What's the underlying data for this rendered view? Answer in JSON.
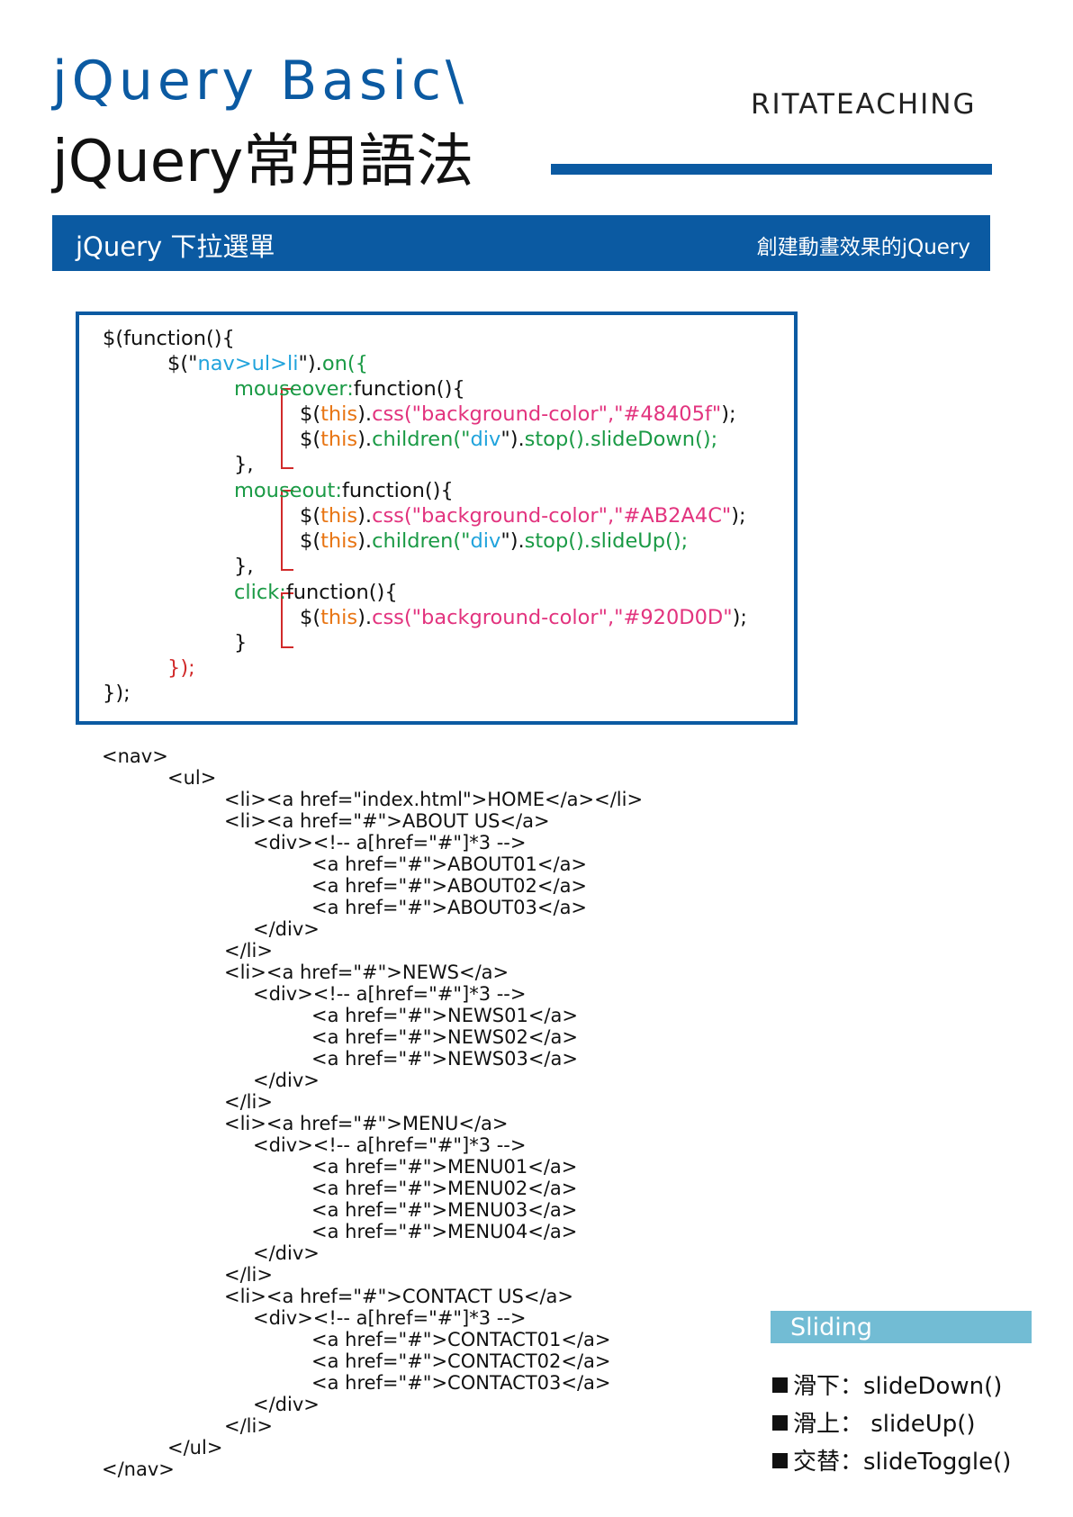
{
  "header": {
    "title_en": "jQuery Basic\\",
    "title_zh": "jQuery常用語法",
    "brand": "RITATEACHING"
  },
  "banner": {
    "left": "jQuery  下拉選單",
    "right": "創建動畫效果的jQuery"
  },
  "colors": {
    "brand_blue": "#0b5aa2",
    "code_green": "#1a9a45",
    "code_light_blue": "#20a3dc",
    "code_orange": "#e87513",
    "code_pink": "#e2337e",
    "bracket_red": "#d12a2a",
    "sidebar_header": "#72bcd4"
  },
  "js_code": {
    "l1": "$(function(){",
    "l2": {
      "a": "$(\"",
      "b": "nav>ul>li",
      "c": "\").",
      "d": "on({"
    },
    "l3": {
      "a": "mouseover:",
      "b": "function(){"
    },
    "l4": {
      "a": "$(",
      "b": "this",
      "c": ").",
      "d": "css(\"background-color\",\"#48405f\"",
      "e": ");"
    },
    "l5": {
      "a": "$(",
      "b": "this",
      "c": ").",
      "d": "children(\"",
      "e": "div",
      "f": "\").",
      "g": "stop().slideDown();"
    },
    "l6": "},",
    "l7": {
      "a": "mouseout:",
      "b": "function(){"
    },
    "l8": {
      "a": "$(",
      "b": "this",
      "c": ").",
      "d": "css(\"background-color\",\"#AB2A4C\"",
      "e": ");"
    },
    "l9": {
      "a": "$(",
      "b": "this",
      "c": ").",
      "d": "children(\"",
      "e": "div",
      "f": "\").",
      "g": "stop().slideUp();"
    },
    "l10": "},",
    "l11": {
      "a": "click:",
      "b": "function(){"
    },
    "l12": {
      "a": "$(",
      "b": "this",
      "c": ").",
      "d": "css(\"background-color\",\"#920D0D\"",
      "e": ");"
    },
    "l13": "}",
    "l14": "});",
    "l15": "});"
  },
  "html_code": [
    "<nav>",
    "<ul>",
    "<li><a href=\"index.html\">HOME</a></li>",
    "<li><a href=\"#\">ABOUT US</a>",
    "<div><!-- a[href=\"#\"]*3 -->",
    "<a href=\"#\">ABOUT01</a>",
    "<a href=\"#\">ABOUT02</a>",
    "<a href=\"#\">ABOUT03</a>",
    "</div>",
    "</li>",
    "<li><a href=\"#\">NEWS</a>",
    "<div><!-- a[href=\"#\"]*3 -->",
    "<a href=\"#\">NEWS01</a>",
    "<a href=\"#\">NEWS02</a>",
    "<a href=\"#\">NEWS03</a>",
    "</div>",
    "</li>",
    "<li><a href=\"#\">MENU</a>",
    "<div><!-- a[href=\"#\"]*3 -->",
    "<a href=\"#\">MENU01</a>",
    "<a href=\"#\">MENU02</a>",
    "<a href=\"#\">MENU03</a>",
    "<a href=\"#\">MENU04</a>",
    "</div>",
    "</li>",
    "<li><a href=\"#\">CONTACT US</a>",
    "<div><!-- a[href=\"#\"]*3 -->",
    "<a href=\"#\">CONTACT01</a>",
    "<a href=\"#\">CONTACT02</a>",
    "<a href=\"#\">CONTACT03</a>",
    "</div>",
    "</li>",
    "</ul>",
    "</nav>"
  ],
  "sidebar": {
    "title": "Sliding",
    "items": [
      "滑下：slideDown()",
      "滑上： slideUp()",
      "交替：slideToggle()"
    ]
  }
}
